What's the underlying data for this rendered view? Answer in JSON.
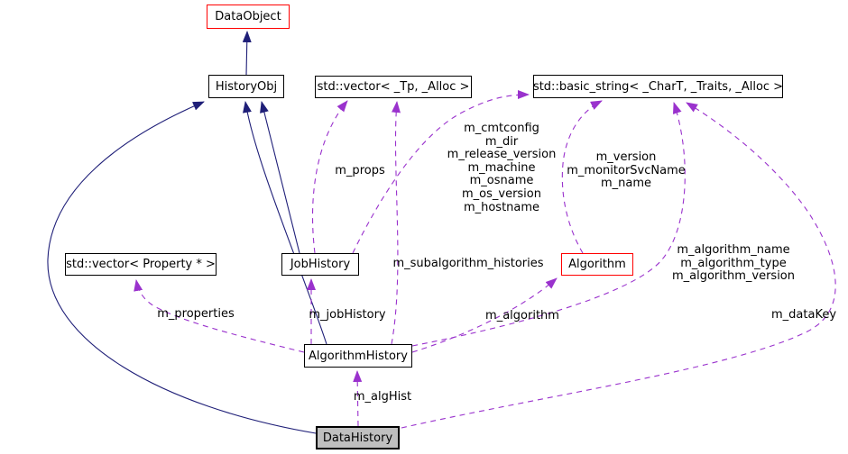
{
  "diagram_type": "class-collaboration-graph",
  "colors": {
    "inheritance_edge": "#1f1f78",
    "member_edge": "#9a32cd",
    "node_border": "#000000",
    "red_node_border": "#ff0000",
    "node_fill": "#ffffff",
    "focus_node_fill": "#bfbfbf",
    "text_color": "#000000",
    "bg": "#ffffff"
  },
  "nodes": {
    "data_object": {
      "label": "DataObject"
    },
    "history_obj": {
      "label": "HistoryObj"
    },
    "std_vector_tp": {
      "label": "std::vector< _Tp, _Alloc >"
    },
    "std_basic_string": {
      "label": "std::basic_string< _CharT, _Traits, _Alloc >"
    },
    "std_vector_property": {
      "label": "std::vector< Property * >"
    },
    "job_history": {
      "label": "JobHistory"
    },
    "algorithm": {
      "label": "Algorithm"
    },
    "algorithm_history": {
      "label": "AlgorithmHistory"
    },
    "data_history": {
      "label": "DataHistory"
    }
  },
  "edge_labels": {
    "m_props": "m_props",
    "job_history_strings": "m_cmtconfig\nm_dir\nm_release_version\nm_machine\nm_osname\nm_os_version\nm_hostname",
    "algorithm_strings": "m_version\nm_monitorSvcName\nm_name",
    "m_subalgorithm_histories": "m_subalgorithm_histories",
    "algorithm_history_strings": "m_algorithm_name\nm_algorithm_type\nm_algorithm_version",
    "m_properties": "m_properties",
    "m_jobHistory": "m_jobHistory",
    "m_algorithm": "m_algorithm",
    "m_dataKey": "m_dataKey",
    "m_algHist": "m_algHist"
  },
  "edges": [
    {
      "from": "HistoryObj",
      "to": "DataObject",
      "type": "inheritance"
    },
    {
      "from": "JobHistory",
      "to": "HistoryObj",
      "type": "inheritance"
    },
    {
      "from": "AlgorithmHistory",
      "to": "HistoryObj",
      "type": "inheritance"
    },
    {
      "from": "DataHistory",
      "to": "HistoryObj",
      "type": "inheritance"
    },
    {
      "from": "JobHistory",
      "to": "std::vector< _Tp, _Alloc >",
      "type": "member",
      "label": "m_props"
    },
    {
      "from": "JobHistory",
      "to": "std::basic_string< _CharT, _Traits, _Alloc >",
      "type": "member",
      "label": "m_cmtconfig m_dir m_release_version m_machine m_osname m_os_version m_hostname"
    },
    {
      "from": "Algorithm",
      "to": "std::basic_string< _CharT, _Traits, _Alloc >",
      "type": "member",
      "label": "m_version m_monitorSvcName m_name"
    },
    {
      "from": "AlgorithmHistory",
      "to": "JobHistory",
      "type": "member",
      "label": "m_jobHistory"
    },
    {
      "from": "AlgorithmHistory",
      "to": "std::vector< _Tp, _Alloc >",
      "type": "member",
      "label": "m_subalgorithm_histories"
    },
    {
      "from": "AlgorithmHistory",
      "to": "std::vector< Property * >",
      "type": "member",
      "label": "m_properties"
    },
    {
      "from": "AlgorithmHistory",
      "to": "Algorithm",
      "type": "member",
      "label": "m_algorithm"
    },
    {
      "from": "AlgorithmHistory",
      "to": "std::basic_string< _CharT, _Traits, _Alloc >",
      "type": "member",
      "label": "m_algorithm_name m_algorithm_type m_algorithm_version"
    },
    {
      "from": "DataHistory",
      "to": "AlgorithmHistory",
      "type": "member",
      "label": "m_algHist"
    },
    {
      "from": "DataHistory",
      "to": "std::basic_string< _CharT, _Traits, _Alloc >",
      "type": "member",
      "label": "m_dataKey"
    }
  ]
}
